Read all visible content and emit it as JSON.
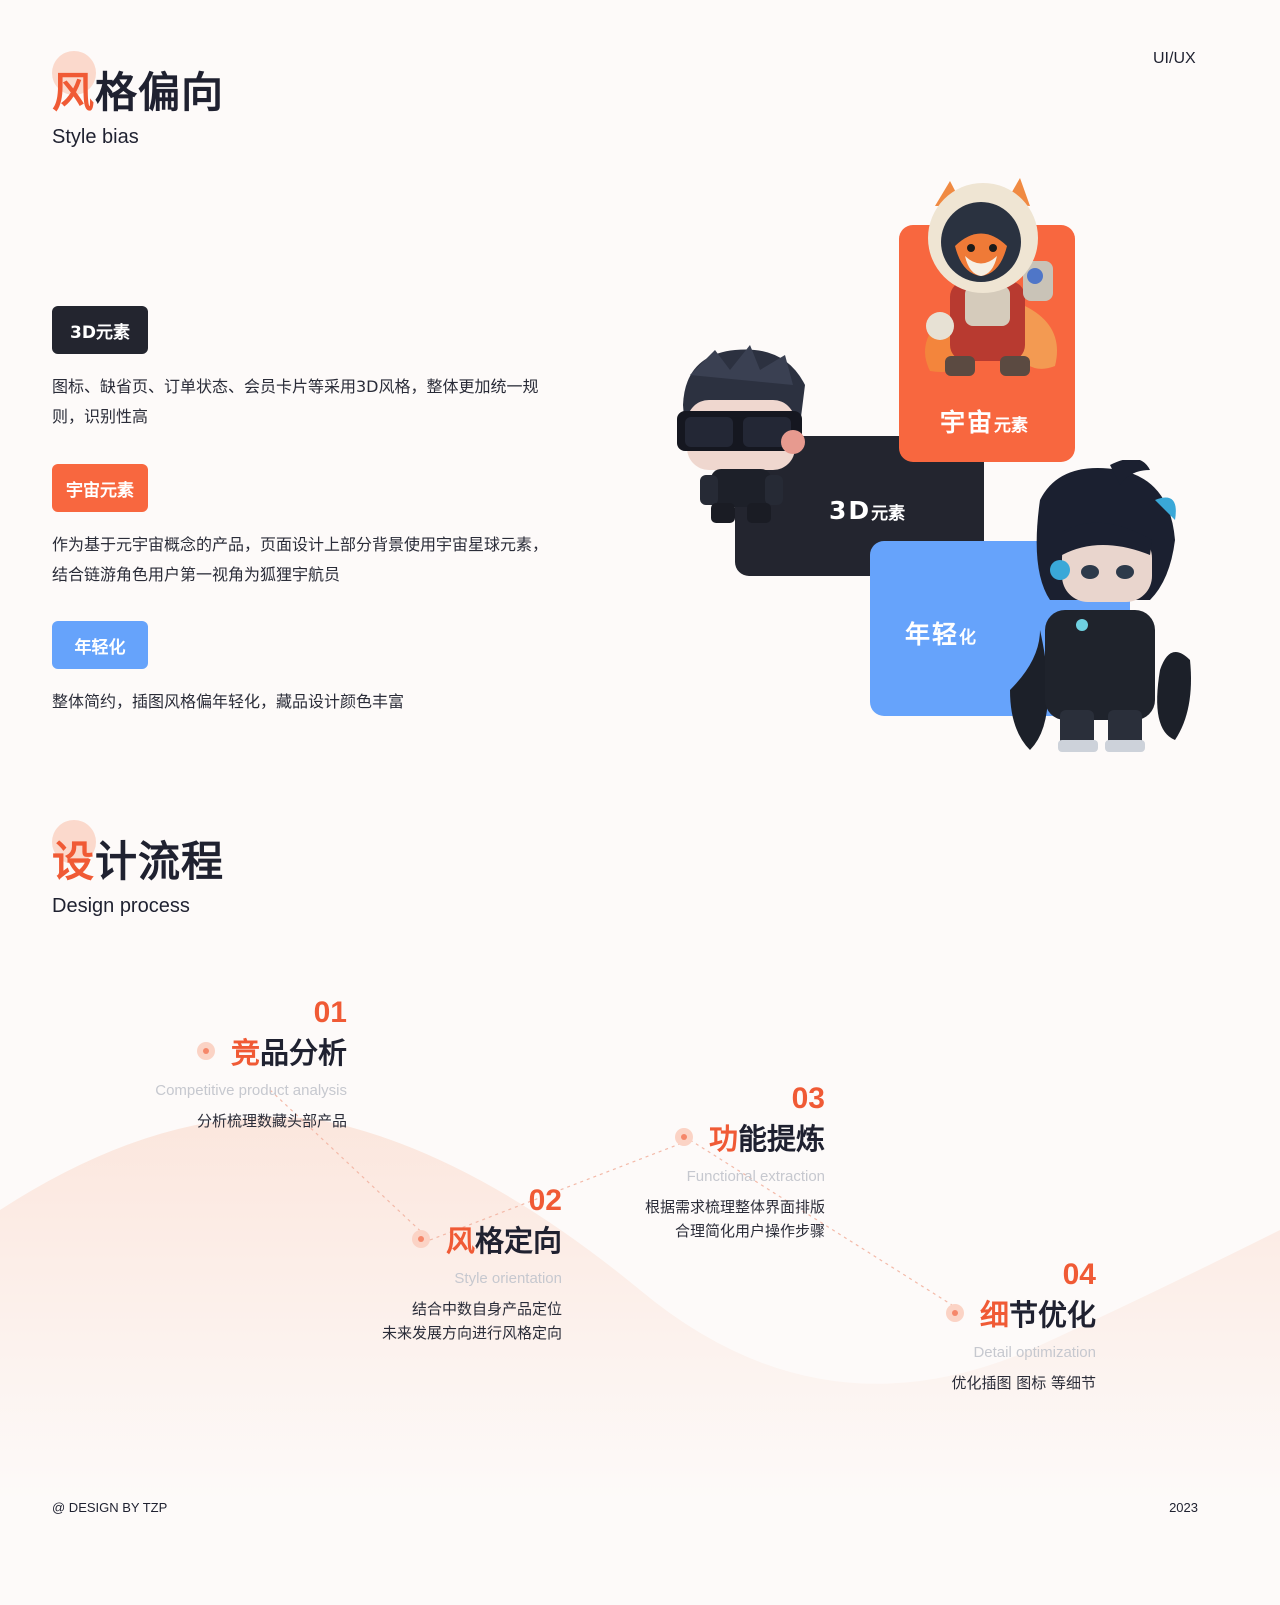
{
  "header": {
    "corner_label": "UI/UX"
  },
  "style_section": {
    "title_accent": "风",
    "title_rest": "格偏向",
    "subtitle": "Style bias",
    "items": [
      {
        "tag": "3D元素",
        "color": "#23252f",
        "desc": "图标、缺省页、订单状态、会员卡片等采用3D风格，整体更加统一规则，识别性高"
      },
      {
        "tag": "宇宙元素",
        "color": "#f8673f",
        "desc": "作为基于元宇宙概念的产品，页面设计上部分背景使用宇宙星球元素，结合链游角色用户第一视角为狐狸宇航员"
      },
      {
        "tag": "年轻化",
        "color": "#66a3fb",
        "desc": "整体简约，插图风格偏年轻化，藏品设计颜色丰富"
      }
    ],
    "cards": [
      {
        "big": "宇宙",
        "small": "元素",
        "color": "#f8673f"
      },
      {
        "big": "3D",
        "small": "元素",
        "color": "#23252f"
      },
      {
        "big": "年轻",
        "small": "化",
        "color": "#66a3fb"
      }
    ],
    "illustrations": [
      "fox-astronaut-icon",
      "sunglasses-character-icon",
      "dark-hoodie-character-icon"
    ]
  },
  "process_section": {
    "title_accent": "设",
    "title_rest": "计流程",
    "subtitle": "Design process",
    "steps": [
      {
        "num": "01",
        "title_accent": "竞",
        "title_rest": "品分析",
        "en": "Competitive product analysis",
        "desc": [
          "分析梳理数藏头部产品"
        ]
      },
      {
        "num": "02",
        "title_accent": "风",
        "title_rest": "格定向",
        "en": "Style orientation",
        "desc": [
          "结合中数自身产品定位",
          "未来发展方向进行风格定向"
        ]
      },
      {
        "num": "03",
        "title_accent": "功",
        "title_rest": "能提炼",
        "en": "Functional extraction",
        "desc": [
          "根据需求梳理整体界面排版",
          "合理简化用户操作步骤"
        ]
      },
      {
        "num": "04",
        "title_accent": "细",
        "title_rest": "节优化",
        "en": "Detail optimization",
        "desc": [
          "优化插图 图标 等细节"
        ]
      }
    ]
  },
  "footer": {
    "credit": "@ DESIGN BY TZP",
    "year": "2023"
  },
  "colors": {
    "accent": "#f05a35",
    "dark": "#23252f",
    "orange": "#f8673f",
    "blue": "#66a3fb"
  }
}
